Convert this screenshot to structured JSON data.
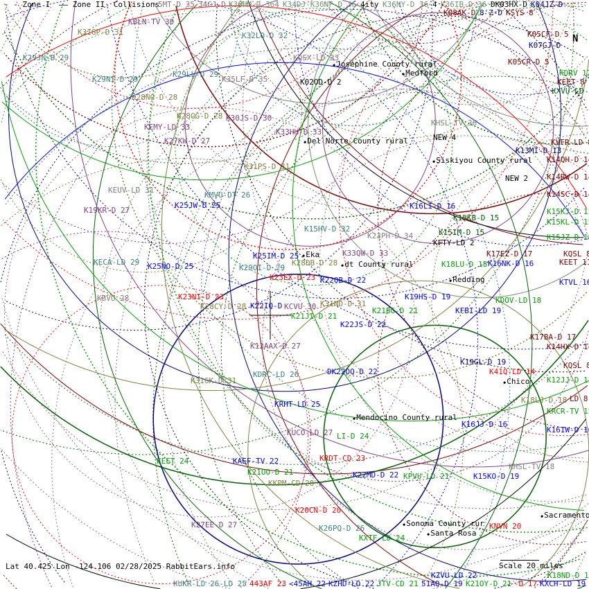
{
  "legend": {
    "zone1": "- - Zone I",
    "zone2": "—— Zone II",
    "collisions": "Collisions"
  },
  "status": "Lat 40.425 Lon -124.106 02/28/2025 RabbitEars.info",
  "scale": "Scale 20 miles",
  "north": "N",
  "colors": {
    "teal": "#3a8080",
    "olive": "#808040",
    "purple": "#804080",
    "mauve": "#907070",
    "graygreen": "#709070",
    "black": "#000000",
    "navy": "#000080",
    "darkred": "#800000",
    "red": "#ff0000",
    "blue": "#0000ff",
    "green": "#00a000",
    "darkgreen": "#006000",
    "gray": "#808080"
  },
  "stations": [
    {
      "text": "K29JN-D 29",
      "color": "teal"
    },
    {
      "text": "K31GP-D 31",
      "color": "olive"
    },
    {
      "text": "KBLN-TV 30",
      "color": "purple"
    },
    {
      "text": "5MT-D 35",
      "color": "mauve"
    },
    {
      "text": "34GJ-D",
      "color": "mauve"
    },
    {
      "text": "K36HM-D 364",
      "color": "graygreen"
    },
    {
      "text": "K34DJ-K36NF-D 36",
      "color": "graygreen"
    },
    {
      "text": "4ity",
      "color": "black"
    },
    {
      "text": "K36NY-D 36",
      "color": "graygreen"
    },
    {
      "text": "4",
      "color": "black"
    },
    {
      "text": "K36IB-D 36",
      "color": "graygreen"
    },
    {
      "text": "DK03HX-D",
      "color": "black"
    },
    {
      "text": "K04JZ-D",
      "color": "navy"
    },
    {
      "text": "K08AK-D",
      "color": "darkred"
    },
    {
      "text": "8'Z-D",
      "color": "navy"
    },
    {
      "text": "KSYS 8",
      "color": "darkred"
    },
    {
      "text": "K32LQ-D 32",
      "color": "teal"
    },
    {
      "text": "K29NI-D 29",
      "color": "teal"
    },
    {
      "text": "K29LL-D 29",
      "color": "teal"
    },
    {
      "text": "K35LF-D 35",
      "color": "mauve"
    },
    {
      "text": "KQSX-LD 33",
      "color": "mauve"
    },
    {
      "text": "K05CF-D 5",
      "color": "darkred"
    },
    {
      "text": "K07GJ-D",
      "color": "navy"
    },
    {
      "text": "K05CR-D 5",
      "color": "darkred"
    },
    {
      "text": "KDRV 12",
      "color": "green"
    },
    {
      "text": "KEET 8",
      "color": "darkred"
    },
    {
      "text": "KXVU-LD 3",
      "color": "darkgreen"
    },
    {
      "text": "K02OD-D 2",
      "color": "black"
    },
    {
      "text": "K28NO-D 28",
      "color": "olive"
    },
    {
      "text": "K28GG-D 28",
      "color": "olive"
    },
    {
      "text": "K30JS-D 30",
      "color": "purple"
    },
    {
      "text": "KEMY-LD 33",
      "color": "purple"
    },
    {
      "text": "K27KW-D 27",
      "color": "purple"
    },
    {
      "text": "K33HH-D 33",
      "color": "purple"
    },
    {
      "text": "KHSL-TV 36",
      "color": "graygreen"
    },
    {
      "text": "NEW 4",
      "color": "black"
    },
    {
      "text": "KVFR-LD 8",
      "color": "darkred"
    },
    {
      "text": "K13MI-D 13",
      "color": "navy"
    },
    {
      "text": "K14QH-D 14",
      "color": "darkred"
    },
    {
      "text": "K31PS-D 31",
      "color": "olive"
    },
    {
      "text": "NEW 2",
      "color": "black"
    },
    {
      "text": "K14RW-D 14",
      "color": "darkred"
    },
    {
      "text": "KEUV-LD 31",
      "color": "gray"
    },
    {
      "text": "KMVU-DT 26",
      "color": "teal"
    },
    {
      "text": "K14SC-D 14",
      "color": "darkred"
    },
    {
      "text": "K25JW-D 25",
      "color": "blue"
    },
    {
      "text": "K16LI-D 16",
      "color": "blue"
    },
    {
      "text": "K19KR-D 27",
      "color": "purple"
    },
    {
      "text": "K15KJ-D 15",
      "color": "green"
    },
    {
      "text": "K15KB-D 15",
      "color": "darkgreen"
    },
    {
      "text": "K15KL-D 15",
      "color": "green"
    },
    {
      "text": "K15HV-D 32",
      "color": "teal"
    },
    {
      "text": "K15IM-D 15",
      "color": "darkgreen"
    },
    {
      "text": "K23PH-D 34",
      "color": "gray"
    },
    {
      "text": "K15JZ-D 15",
      "color": "green"
    },
    {
      "text": "KFTY-LD 2",
      "color": "black"
    },
    {
      "text": "K25IM-D 25",
      "color": "blue"
    },
    {
      "text": "K33QW-D 33",
      "color": "purple"
    },
    {
      "text": "K17EZ-D 17",
      "color": "darkred"
    },
    {
      "text": "KQSL 8",
      "color": "darkred"
    },
    {
      "text": "K28DB-D 28",
      "color": "olive"
    },
    {
      "text": "K18LU-D 18",
      "color": "green"
    },
    {
      "text": "K16NK-D 16",
      "color": "blue"
    },
    {
      "text": "KEET 11",
      "color": "darkred"
    },
    {
      "text": "KECA-LD 29",
      "color": "teal"
    },
    {
      "text": "K25NO-D 25",
      "color": "blue"
    },
    {
      "text": "K29OI-D 29",
      "color": "teal"
    },
    {
      "text": "K23EX-D 23",
      "color": "red"
    },
    {
      "text": "K22OB-D 22",
      "color": "blue"
    },
    {
      "text": "KTVL 16",
      "color": "blue"
    },
    {
      "text": "KBVU 28",
      "color": "gray"
    },
    {
      "text": "K23NI-D 23",
      "color": "red"
    },
    {
      "text": "K19HS-D 19",
      "color": "blue"
    },
    {
      "text": "K28CY-D 28",
      "color": "olive"
    },
    {
      "text": "K22IQ-D",
      "color": "blue"
    },
    {
      "text": "KCVU 30",
      "color": "purple"
    },
    {
      "text": "K31ND-D 31",
      "color": "olive"
    },
    {
      "text": "KDOV-LD 18",
      "color": "green"
    },
    {
      "text": "K21BG-D 21",
      "color": "green"
    },
    {
      "text": "KFBI-LD 19",
      "color": "blue"
    },
    {
      "text": "K21JI-D 21",
      "color": "green"
    },
    {
      "text": "K22JS-D 22",
      "color": "blue"
    },
    {
      "text": "K17BA-D 17",
      "color": "darkred"
    },
    {
      "text": "K13AAX-D 27",
      "color": "purple"
    },
    {
      "text": "K14HX-D 14",
      "color": "darkred"
    },
    {
      "text": "K19GL-D 19",
      "color": "navy"
    },
    {
      "text": "KQSL 8",
      "color": "darkred"
    },
    {
      "text": "K41Q-LD 14",
      "color": "red"
    },
    {
      "text": "KDRC-LD 26",
      "color": "teal"
    },
    {
      "text": "DK22OQ-D 22",
      "color": "blue"
    },
    {
      "text": "K31GK-D 31",
      "color": "olive"
    },
    {
      "text": "K12JJ-D 12",
      "color": "green"
    },
    {
      "text": "K18LJ-D 18",
      "color": "olive"
    },
    {
      "text": "LD 8",
      "color": "darkred"
    },
    {
      "text": "KRHT-LD 25",
      "color": "blue"
    },
    {
      "text": "KRCR-TV 15",
      "color": "green"
    },
    {
      "text": "K16JJ-D 16",
      "color": "blue"
    },
    {
      "text": "K16IW-D 16",
      "color": "blue"
    },
    {
      "text": "KUCO-LD 27",
      "color": "purple"
    },
    {
      "text": "LI-D 24",
      "color": "green"
    },
    {
      "text": "KRDT-CD 23",
      "color": "red"
    },
    {
      "text": "KEET 24",
      "color": "green"
    },
    {
      "text": "KAEF-TV 22",
      "color": "blue"
    },
    {
      "text": "KHSL-TV 18",
      "color": "gray"
    },
    {
      "text": "K21OO-D 21",
      "color": "green"
    },
    {
      "text": "K22MD-D 22",
      "color": "blue"
    },
    {
      "text": "KPVU-LD 21",
      "color": "green"
    },
    {
      "text": "K15KO-D 19",
      "color": "blue"
    },
    {
      "text": "KKPM-CD 28",
      "color": "olive"
    },
    {
      "text": "K20CN-D 20",
      "color": "red"
    },
    {
      "text": "K27EE-D 27",
      "color": "purple"
    },
    {
      "text": "K26PQ-D 26",
      "color": "teal"
    },
    {
      "text": "KNVN 20",
      "color": "red"
    },
    {
      "text": "KXTF-LD 24",
      "color": "green"
    },
    {
      "text": "KZVU-LD 22",
      "color": "blue"
    },
    {
      "text": "K18ND-D 18",
      "color": "green"
    },
    {
      "text": "KUKR-LD 26-LD 25",
      "color": "teal"
    },
    {
      "text": "443AF 23",
      "color": "red"
    },
    {
      "text": "<45AH 22",
      "color": "blue"
    },
    {
      "text": "KZHD-LD 22",
      "color": "blue"
    },
    {
      "text": "JTV-CD 21",
      "color": "green"
    },
    {
      "text": "51AQ-D 19",
      "color": "blue"
    },
    {
      "text": "K21OY-D 21",
      "color": "green"
    },
    {
      "text": "-D 17",
      "color": "red"
    },
    {
      "text": "KXCH-LD 19",
      "color": "blue"
    }
  ],
  "places": [
    "Josephine County rural",
    "Medford",
    "Del Norte County rural",
    "Siskiyou County rural",
    "Eka",
    "dt County rural",
    "Redding",
    "Chico",
    "Mendocino County rural",
    "Sacramento",
    "Sonoma County rur",
    "Santa Rosa"
  ]
}
